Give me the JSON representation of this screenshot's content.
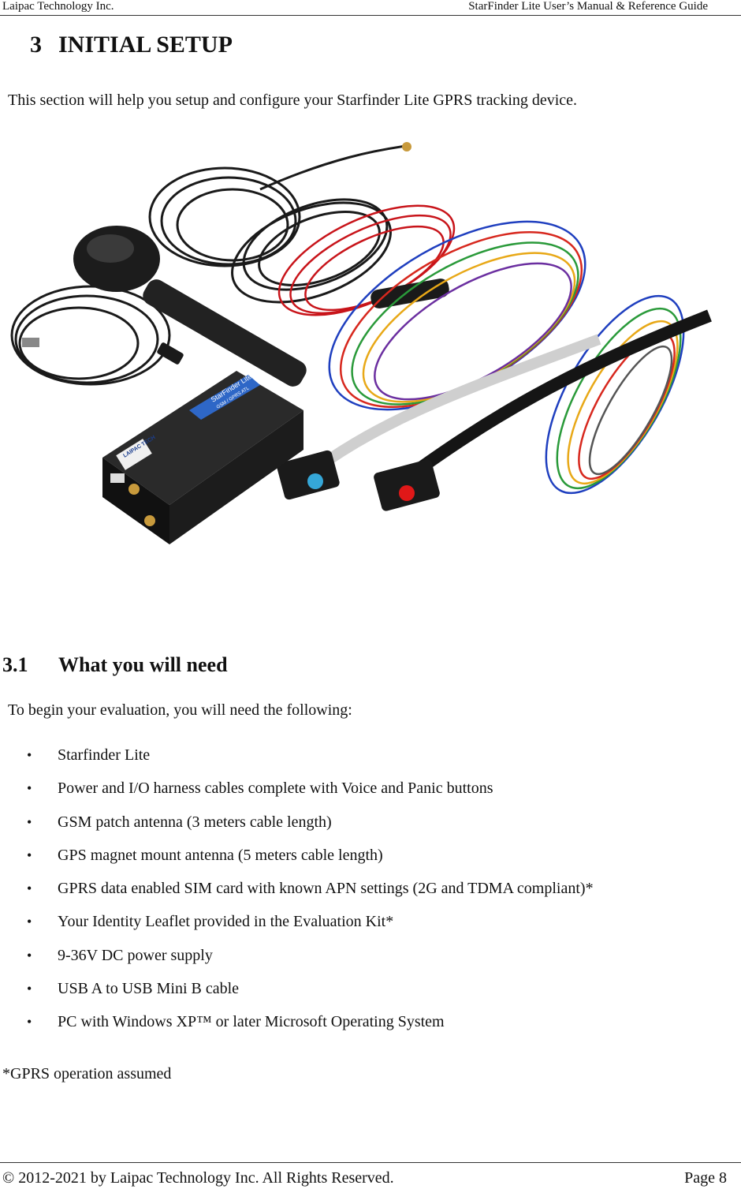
{
  "header": {
    "left": "Laipac Technology Inc.",
    "right": "StarFinder Lite User’s Manual & Reference Guide"
  },
  "chapter": {
    "number": "3",
    "title": "INITIAL SETUP",
    "intro": "This section will help you setup and configure your Starfinder Lite GPRS tracking device."
  },
  "photo": {
    "device_brand": "LAIPAC TECH",
    "device_label": "StarFinder Lite",
    "device_sublabel": "GSM / GPRS  ATL"
  },
  "section": {
    "number": "3.1",
    "title": "What you will need",
    "lead": "To begin your evaluation, you will need the following:",
    "bullet_glyph": "•",
    "items": [
      "Starfinder Lite",
      "Power and I/O harness cables complete with Voice and Panic buttons",
      "GSM patch antenna (3 meters cable length)",
      "GPS magnet mount antenna (5 meters cable length)",
      "GPRS data enabled SIM card with known APN settings (2G and TDMA compliant)*",
      "Your Identity Leaflet provided in the Evaluation Kit*",
      "9-36V DC power supply",
      "USB A to USB Mini B cable",
      "PC with Windows XP™ or later Microsoft Operating System"
    ],
    "note": "*GPRS operation assumed"
  },
  "footer": {
    "left": "© 2012-2021 by Laipac Technology Inc. All Rights Reserved.",
    "right": "Page 8"
  }
}
